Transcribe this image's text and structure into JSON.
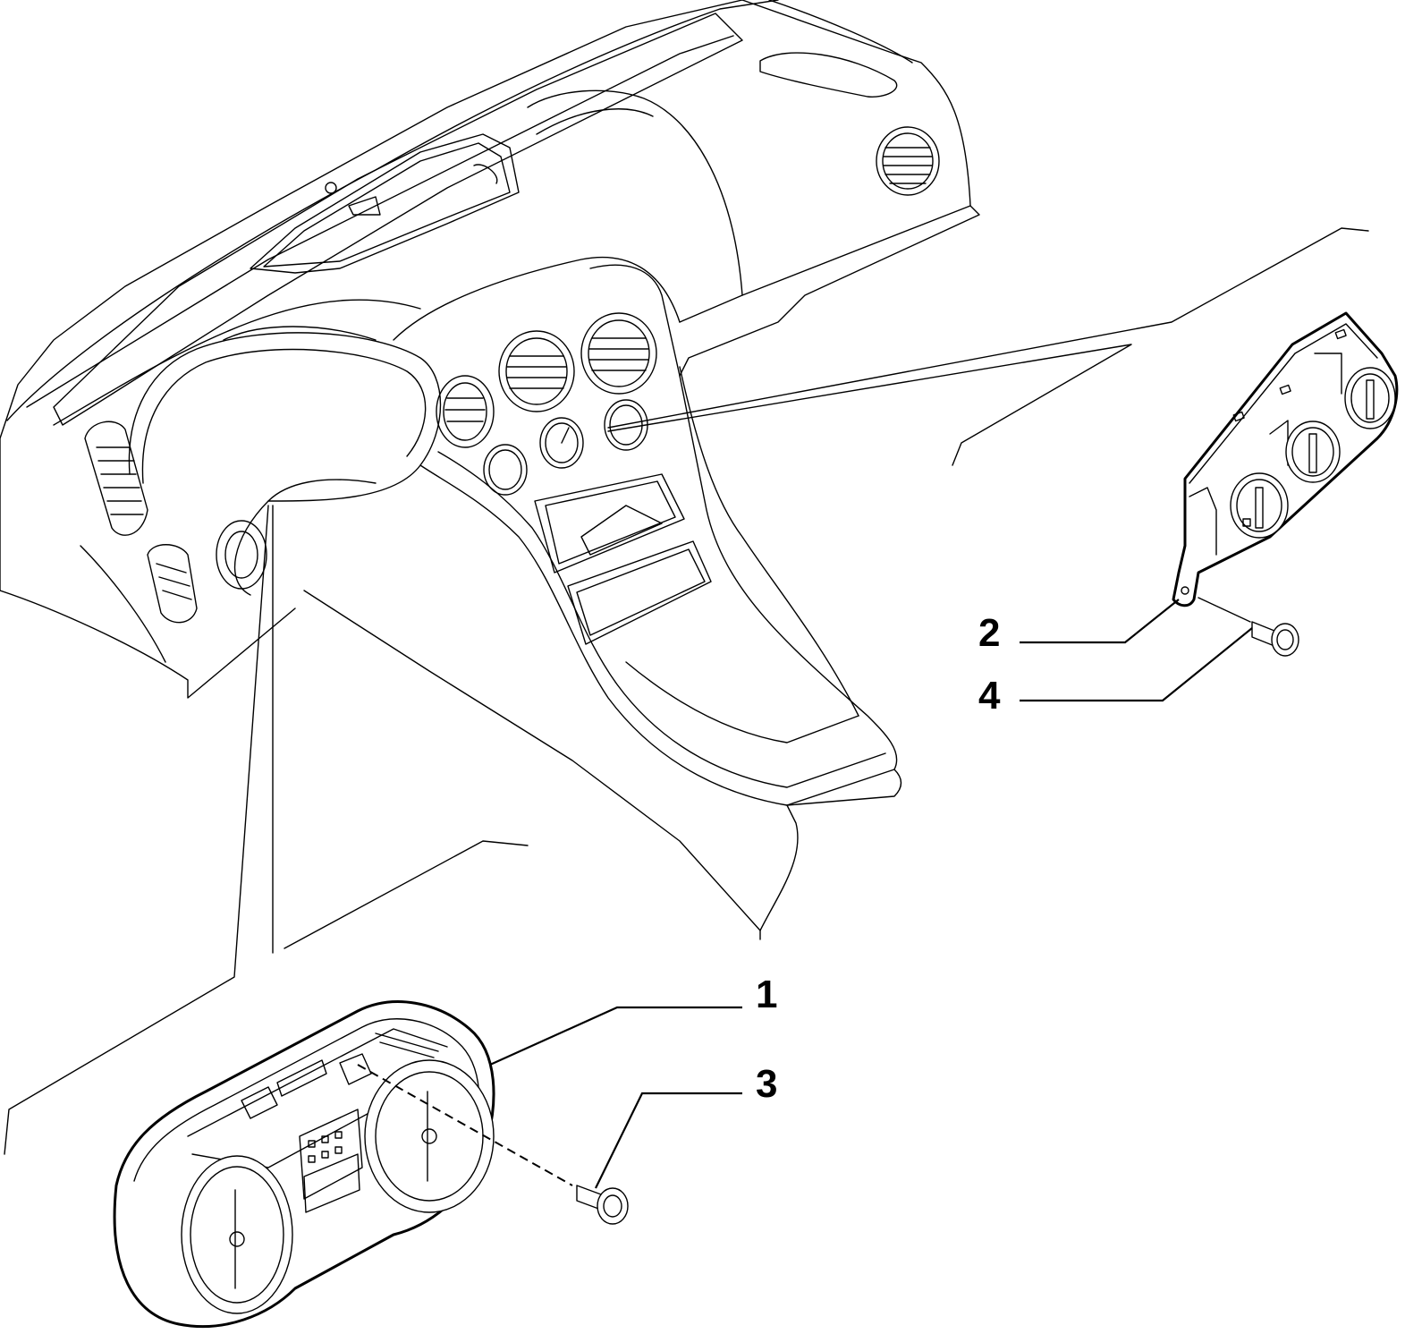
{
  "callouts": [
    {
      "number": "1",
      "part": "instrument-cluster"
    },
    {
      "number": "2",
      "part": "climate-control-panel"
    },
    {
      "number": "3",
      "part": "cluster-fixing-screw"
    },
    {
      "number": "4",
      "part": "panel-fixing-screw"
    }
  ],
  "colors": {
    "line": "#000000",
    "background": "#ffffff"
  }
}
